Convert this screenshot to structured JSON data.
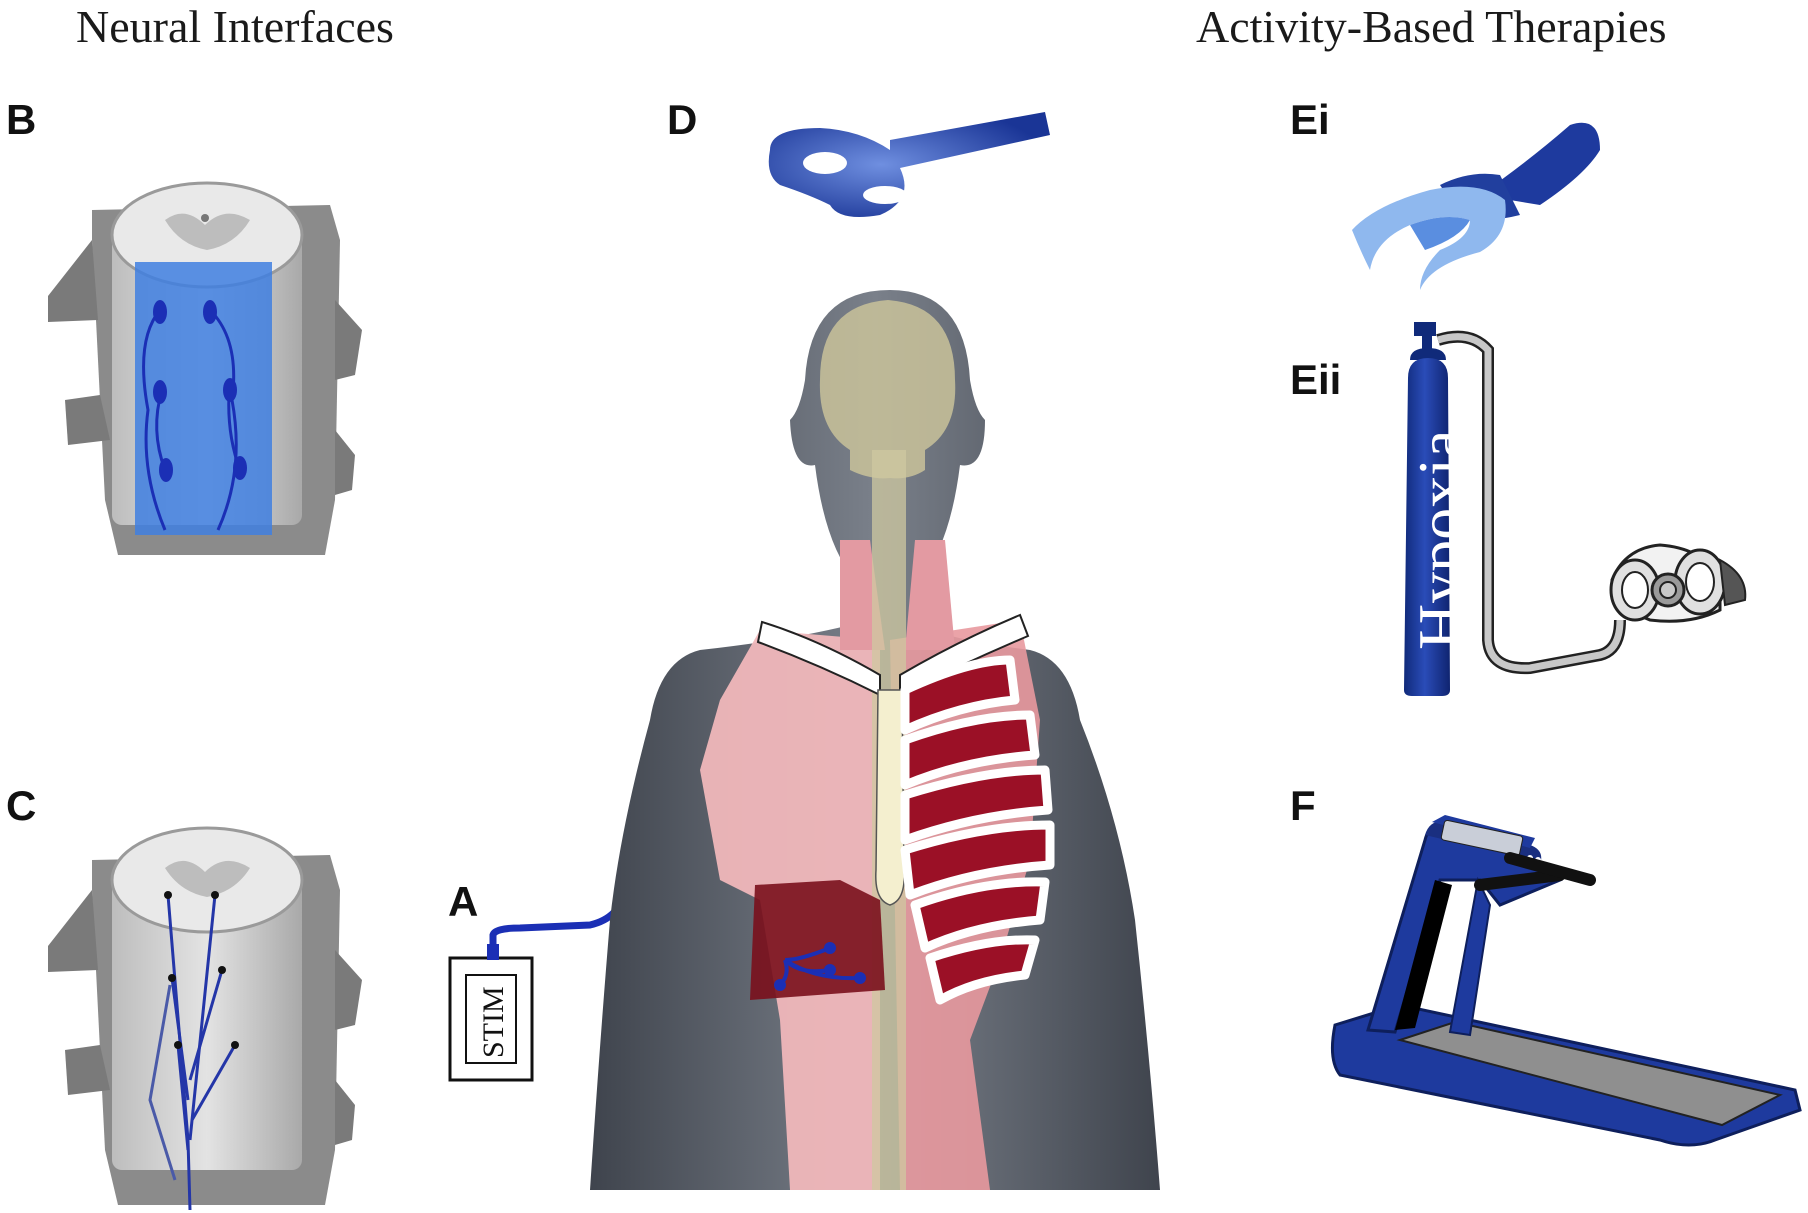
{
  "headings": {
    "left": "Neural Interfaces",
    "right": "Activity-Based Therapies"
  },
  "panel_labels": {
    "A": "A",
    "B": "B",
    "C": "C",
    "D": "D",
    "Ei": "Ei",
    "Eii": "Eii",
    "F": "F"
  },
  "device_labels": {
    "stimulator": "STIM",
    "tank": "Hypoxia"
  },
  "colors": {
    "device_blue": "#1e3a9e",
    "light_blue": "#8fb8ee",
    "electrode_blue": "#2a4fd6",
    "body_gray": "#5e6470",
    "vertebra_gray": "#8a8a8a",
    "lung_pink": "#f0b7bb",
    "muscle_red": "#9b1026",
    "skull_beige": "#c9c29a"
  },
  "icons": [
    "spinal-cord-epidural-array",
    "spinal-cord-intraspinal-electrodes",
    "phrenic-pacing-stimulator",
    "body-anatomy",
    "mouthpiece-trainer",
    "hypoxia-tank-mask",
    "treadmill"
  ]
}
